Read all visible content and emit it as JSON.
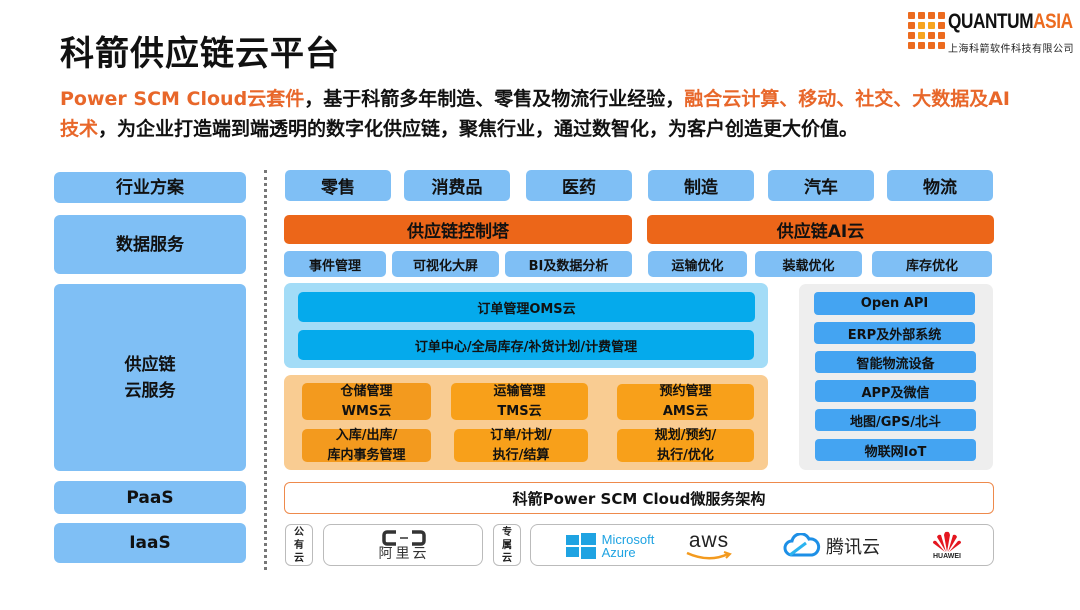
{
  "header": {
    "title": "科箭供应链云平台",
    "logo": {
      "brand_primary": "QUANTUM",
      "brand_accent": "ASIA",
      "company": "上海科箭软件科技有限公司"
    }
  },
  "intro": {
    "seg1_hl": "Power SCM Cloud云套件",
    "seg2": "，基于科箭多年制造、零售及物流行业经验，",
    "seg3_hl": "融合云计算、移动、社交、大数据及AI技术",
    "seg4": "，为企业打造端到端透明的数字化供应链，聚焦行业，通过数智化，为客户创造更大价值。"
  },
  "colors": {
    "accent_orange": "#ec6619",
    "label_blue": "#7fbff5",
    "oms_blue": "#05aaec",
    "ext_blue": "#44a4f2",
    "sub_orange": "#f39a1e"
  },
  "layers": {
    "industry": "行业方案",
    "data": "数据服务",
    "scm": "供应链\n云服务",
    "scm_line1": "供应链",
    "scm_line2": "云服务",
    "paas": "PaaS",
    "iaas": "IaaS"
  },
  "industries": [
    "零售",
    "消费品",
    "医药",
    "制造",
    "汽车",
    "物流"
  ],
  "data_services": {
    "control_tower": {
      "title": "供应链控制塔",
      "items": [
        "事件管理",
        "可视化大屏",
        "BI及数据分析"
      ]
    },
    "ai_cloud": {
      "title": "供应链AI云",
      "items": [
        "运输优化",
        "装载优化",
        "库存优化"
      ]
    }
  },
  "scm_services": {
    "oms": {
      "title": "订单管理OMS云",
      "detail": "订单中心/全局库存/补货计划/计费管理"
    },
    "modules": [
      {
        "line1": "仓储管理",
        "line2": "WMS云",
        "d1": "入库/出库/",
        "d2": "库内事务管理"
      },
      {
        "line1": "运输管理",
        "line2": "TMS云",
        "d1": "订单/计划/",
        "d2": "执行/结算"
      },
      {
        "line1": "预约管理",
        "line2": "AMS云",
        "d1": "规划/预约/",
        "d2": "执行/优化"
      }
    ],
    "integrations": [
      "Open API",
      "ERP及外部系统",
      "智能物流设备",
      "APP及微信",
      "地图/GPS/北斗",
      "物联网IoT"
    ]
  },
  "paas": {
    "label": "科箭Power SCM Cloud微服务架构"
  },
  "iaas": {
    "public_cloud_tag": [
      "公",
      "有",
      "云"
    ],
    "private_cloud_tag": [
      "专",
      "属",
      "云"
    ],
    "vendors": {
      "aliyun": "阿里云",
      "azure_line1": "Microsoft",
      "azure_line2": "Azure",
      "aws": "aws",
      "tencent": "腾讯云",
      "huawei": "HUAWEI"
    }
  }
}
